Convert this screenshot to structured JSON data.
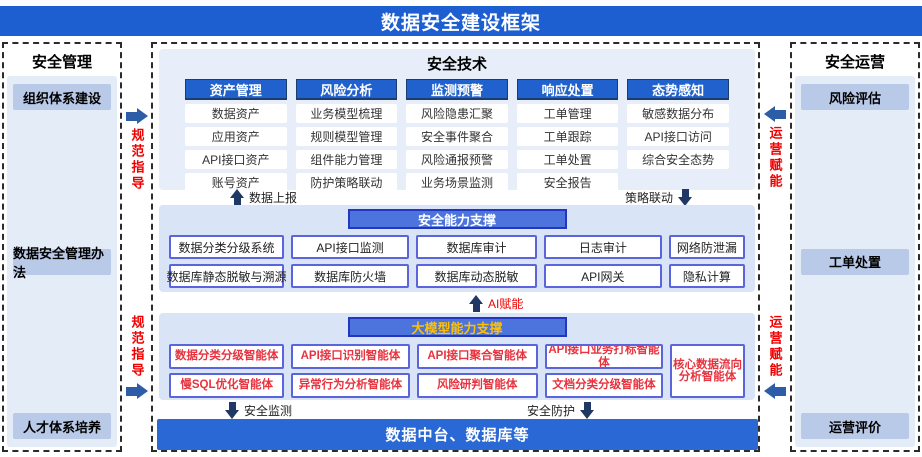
{
  "banner": {
    "title": "数据安全建设框架"
  },
  "left_panel": {
    "title": "安全管理",
    "items": [
      "组织体系建设",
      "数据安全管理办法",
      "人才体系培养"
    ]
  },
  "right_panel": {
    "title": "安全运营",
    "items": [
      "风险评估",
      "工单处置",
      "运营评价"
    ]
  },
  "connectors": {
    "left_top": "规范指导",
    "left_bottom": "规范指导",
    "right_top": "运营赋能",
    "right_bottom": "运营赋能"
  },
  "tech": {
    "title": "安全技术",
    "columns": [
      {
        "header": "资产管理",
        "items": [
          "数据资产",
          "应用资产",
          "API接口资产",
          "账号资产"
        ]
      },
      {
        "header": "风险分析",
        "items": [
          "业务模型梳理",
          "规则模型管理",
          "组件能力管理",
          "防护策略联动"
        ]
      },
      {
        "header": "监测预警",
        "items": [
          "风险隐患汇聚",
          "安全事件聚合",
          "风险通报预警",
          "业务场景监测"
        ]
      },
      {
        "header": "响应处置",
        "items": [
          "工单管理",
          "工单跟踪",
          "工单处置",
          "安全报告"
        ]
      },
      {
        "header": "态势感知",
        "items": [
          "敏感数据分布",
          "API接口访问",
          "综合安全态势"
        ]
      }
    ]
  },
  "flows": {
    "data_report": "数据上报",
    "policy_link": "策略联动",
    "ai_enable": "AI赋能",
    "sec_monitor": "安全监测",
    "sec_protect": "安全防护"
  },
  "capability": {
    "title": "安全能力支撑",
    "row1": [
      "数据分类分级系统",
      "API接口监测",
      "数据库审计",
      "日志审计",
      "网络防泄漏"
    ],
    "row2": [
      "数据库静态脱敏与溯源",
      "数据库防火墙",
      "数据库动态脱敏",
      "API网关",
      "隐私计算"
    ]
  },
  "llm": {
    "title": "大模型能力支撑",
    "row1": [
      "数据分类分级智能体",
      "API接口识别智能体",
      "API接口聚合智能体",
      "API接口业务打标智能体"
    ],
    "row2": [
      "慢SQL优化智能体",
      "异常行为分析智能体",
      "风险研判智能体",
      "文档分类分级智能体"
    ],
    "tall": "核心数据流向分析智能体"
  },
  "bottom_bar": {
    "title": "数据中台、数据库等"
  },
  "colors": {
    "banner_blue": "#1d5fd1",
    "header_blue": "#2061ce",
    "bar_fill": "#4d74dd",
    "bar_border": "#2236c0",
    "panel_light": "#e7eef9",
    "panel_mid": "#d9e4f6",
    "side_item_blue": "#b9c9e8",
    "red": "#f00000",
    "llm_item_red": "#e8333f",
    "item_border_indigo": "#5964dd",
    "arrow_navy": "#1f3864",
    "arrow_blue": "#2e5da8",
    "bottom_blue": "#2a69d5",
    "llm_title_orange": "#ffc000"
  }
}
